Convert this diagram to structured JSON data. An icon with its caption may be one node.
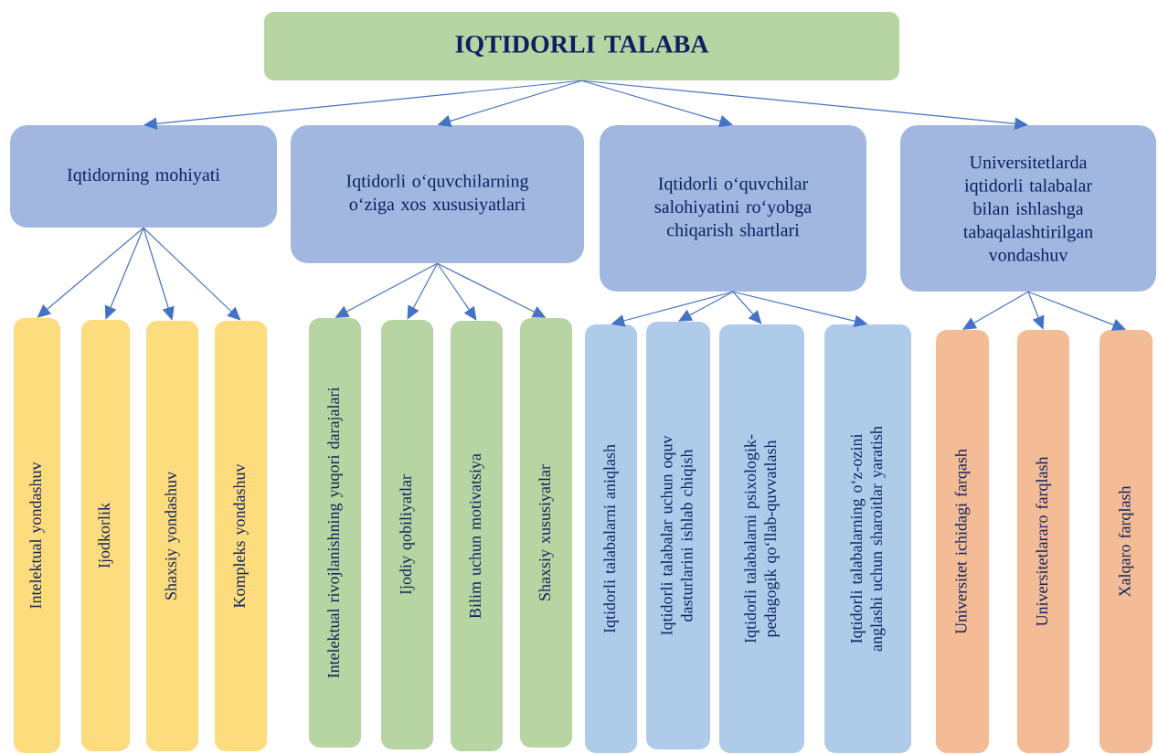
{
  "diagram": {
    "nodes": [
      {
        "text": [
          "IQTIDORLI TALABA"
        ]
      },
      {
        "text": [
          "Iqtidorning mohiyati"
        ]
      },
      {
        "text": [
          "Iqtidorli o‘quvchilarning o‘ziga xos xususiyatlari"
        ]
      },
      {
        "text": [
          "Iqtidorli o‘quvchilar salohiyatini ro‘yobga chiqarish shartlari"
        ]
      },
      {
        "text": [
          "Universitetlarda iqtidorli talabalar bilan ishlashga tabaqalashtirilgan vondashuv"
        ]
      },
      {
        "text": [
          "Intelektual yondashuv"
        ]
      },
      {
        "text": [
          "Ijodkorlik"
        ]
      },
      {
        "text": [
          "Shaxsiy yondashuv"
        ]
      },
      {
        "text": [
          "Kompleks yondashuv"
        ]
      },
      {
        "text": [
          "Intelektual rivojlanishning yuqori darajalari"
        ]
      },
      {
        "text": [
          "Ijodiy qobiliyatlar"
        ]
      },
      {
        "text": [
          "Bilim uchun motivatsiya"
        ]
      },
      {
        "text": [
          "Shaxsiy xususiyatlar"
        ]
      },
      {
        "text": [
          "Iqtidorli talabalarni aniqlash"
        ]
      },
      {
        "text": [
          "Iqtidorli talabalar uchun oquv dasturlarini ishlab chiqish"
        ]
      },
      {
        "text": [
          "Iqtidorli talabalarni psixologik-pedagogik qo‘llab-quvvatlash"
        ]
      },
      {
        "text": [
          "Iqtidorli talabalarning o‘z-ozini anglashi uchun sharoitlar yaratish"
        ]
      },
      {
        "text": [
          "Universitet ichidagi farqash"
        ]
      },
      {
        "text": [
          "Universitetlararo farqlash"
        ]
      },
      {
        "text": [
          "Xalqaro farqlash"
        ]
      }
    ],
    "edges": [
      {
        "from": 0,
        "to": 1,
        "arrow": "to"
      },
      {
        "from": 0,
        "to": 2,
        "arrow": "to"
      },
      {
        "from": 0,
        "to": 3,
        "arrow": "to"
      },
      {
        "from": 0,
        "to": 4,
        "arrow": "to"
      },
      {
        "from": 1,
        "to": 5,
        "arrow": "to"
      },
      {
        "from": 1,
        "to": 6,
        "arrow": "to"
      },
      {
        "from": 1,
        "to": 7,
        "arrow": "to"
      },
      {
        "from": 1,
        "to": 8,
        "arrow": "to"
      },
      {
        "from": 2,
        "to": 9,
        "arrow": "to"
      },
      {
        "from": 2,
        "to": 10,
        "arrow": "to"
      },
      {
        "from": 2,
        "to": 11,
        "arrow": "to"
      },
      {
        "from": 2,
        "to": 12,
        "arrow": "to"
      },
      {
        "from": 3,
        "to": 13,
        "arrow": "to"
      },
      {
        "from": 3,
        "to": 14,
        "arrow": "to"
      },
      {
        "from": 3,
        "to": 15,
        "arrow": "to"
      },
      {
        "from": 3,
        "to": 16,
        "arrow": "to"
      },
      {
        "from": 4,
        "to": 17,
        "arrow": "to"
      },
      {
        "from": 4,
        "to": 18,
        "arrow": "to"
      },
      {
        "from": 4,
        "to": 19,
        "arrow": "to"
      }
    ]
  }
}
